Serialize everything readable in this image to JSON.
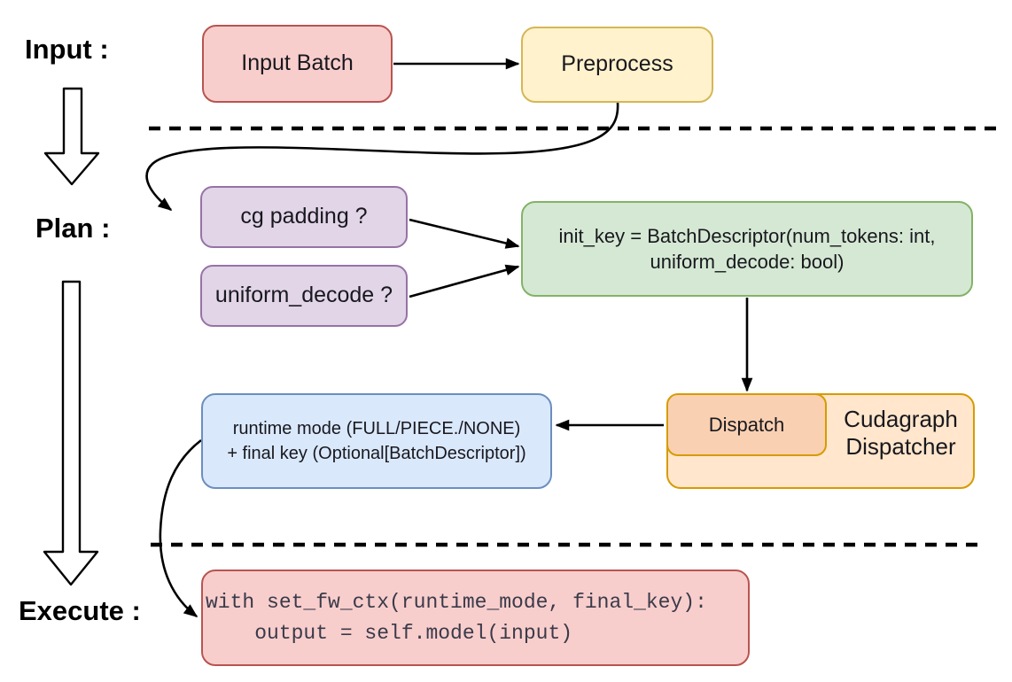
{
  "diagram": {
    "stage_labels": {
      "input": "Input :",
      "plan": "Plan :",
      "execute": "Execute :"
    },
    "nodes": {
      "input_batch": {
        "label": "Input Batch",
        "fill": "#f8cecc",
        "border": "#b85450"
      },
      "preprocess": {
        "label": "Preprocess",
        "fill": "#fff2cc",
        "border": "#d6b656"
      },
      "cg_padding": {
        "label": "cg padding ?",
        "fill": "#e1d5e7",
        "border": "#9673a6"
      },
      "uniform_decode": {
        "label": "uniform_decode ?",
        "fill": "#e1d5e7",
        "border": "#9673a6"
      },
      "init_key": {
        "line1": "init_key = BatchDescriptor(num_tokens: int,",
        "line2": "uniform_decode: bool)",
        "fill": "#d5e8d4",
        "border": "#82b366"
      },
      "dispatch": {
        "label": "Dispatch",
        "fill": "#fad0b2",
        "border": "#d79b00"
      },
      "cudagraph_dispatcher": {
        "line1": "Cudagraph",
        "line2": "Dispatcher",
        "fill": "#ffe6cc",
        "border": "#d79b00"
      },
      "runtime_mode": {
        "line1": "runtime mode (FULL/PIECE./NONE)",
        "line2": "+ final key (Optional[BatchDescriptor])",
        "fill": "#dae8fc",
        "border": "#6c8ebf"
      },
      "execute_code": {
        "line1": "with set_fw_ctx(runtime_mode, final_key):",
        "line2": "    output = self.model(input)",
        "fill": "#f8cecc",
        "border": "#b85450"
      }
    },
    "connector_color": "#000000"
  }
}
